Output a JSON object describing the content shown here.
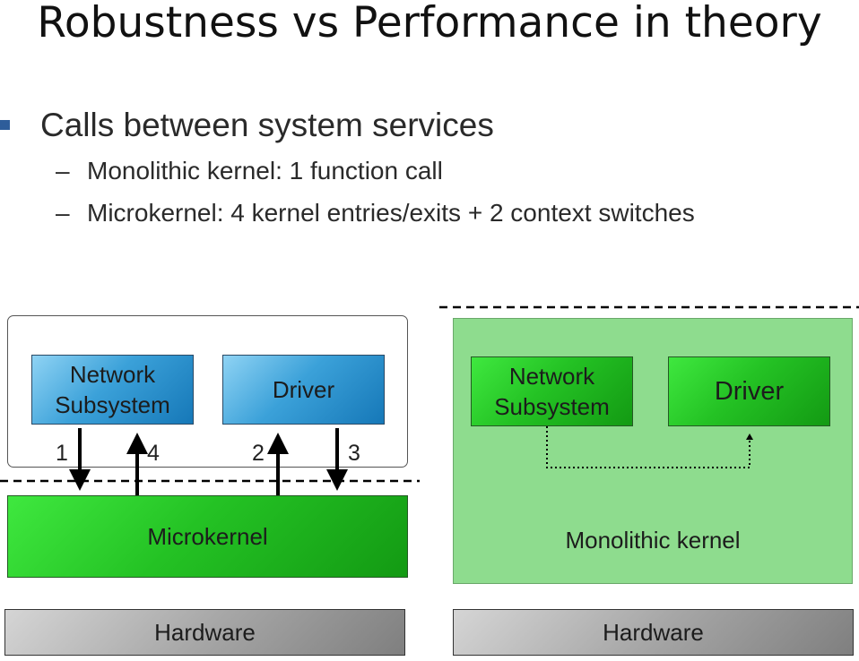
{
  "slide": {
    "title": "Robustness vs Performance in theory",
    "bullet": "Calls between system services",
    "subbullets": [
      "Monolithic kernel: 1 function call",
      "Microkernel: 4 kernel entries/exits +  2 context switches"
    ],
    "dash": "–"
  },
  "microkernel_diagram": {
    "network_box": [
      "Network",
      "Subsystem"
    ],
    "driver_box": "Driver",
    "kernel_box": "Microkernel",
    "hardware_box": "Hardware",
    "arrow_labels": [
      "1",
      "4",
      "2",
      "3"
    ]
  },
  "monolithic_diagram": {
    "network_box": [
      "Network",
      "Subsystem"
    ],
    "driver_box": "Driver",
    "kernel_label": "Monolithic kernel",
    "hardware_box": "Hardware"
  },
  "colors": {
    "component_blue": "#3ba1d9",
    "kernel_green": "#24c224",
    "monolithic_background": "#8edc8e",
    "hardware_gray": "#a7a7a7",
    "bullet_square": "#2e5d9a"
  }
}
